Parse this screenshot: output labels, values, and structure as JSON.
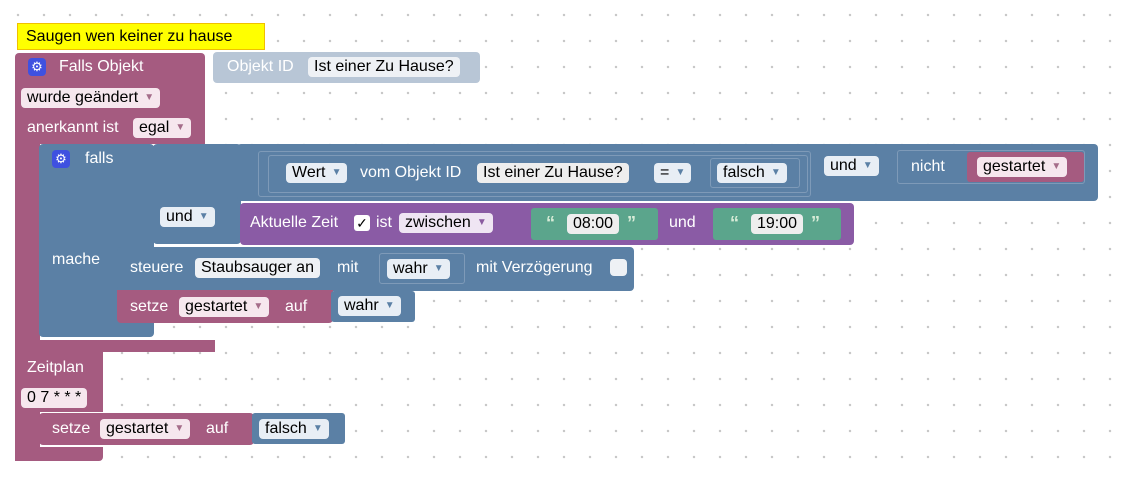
{
  "comment": "Saugen wen keiner zu hause",
  "trigger": {
    "falls_objekt": "Falls Objekt",
    "objekt_id_label": "Objekt ID",
    "objekt_id_value": "Ist einer Zu Hause?",
    "wurde_geaendert": "wurde geändert",
    "anerkannt_label": "anerkannt ist",
    "anerkannt_value": "egal"
  },
  "if_block": {
    "falls": "falls",
    "mache": "mache",
    "wert": "Wert",
    "vom_objekt_id": "vom Objekt ID",
    "objekt_value": "Ist einer Zu Hause?",
    "operator": "=",
    "falsch": "falsch",
    "und_1": "und",
    "nicht": "nicht",
    "gestartet": "gestartet",
    "und_2": "und",
    "aktuelle_zeit": "Aktuelle Zeit",
    "checkmark": "✓",
    "ist": "ist",
    "zwischen": "zwischen",
    "time_from": "08:00",
    "und_3": "und",
    "time_to": "19:00",
    "quote_open": "“",
    "quote_close": "”"
  },
  "actions": {
    "steuere": "steuere",
    "staubsauger": "Staubsauger an",
    "mit": "mit",
    "wahr": "wahr",
    "mit_verzoegerung": "mit Verzögerung",
    "setze": "setze",
    "gestartet": "gestartet",
    "auf": "auf",
    "wahr_2": "wahr"
  },
  "schedule": {
    "zeitplan": "Zeitplan",
    "cron": "0 7 * * *",
    "setze": "setze",
    "gestartet": "gestartet",
    "auf": "auf",
    "falsch": "falsch"
  },
  "icons": {
    "gear": "⚙",
    "dropdown_arrow": "▼"
  },
  "colors": {
    "trigger_block": "#a55b80",
    "control_block": "#5b80a5",
    "time_block": "#8a5ba5",
    "text_block": "#5ba58c",
    "comment": "#ffff00"
  }
}
